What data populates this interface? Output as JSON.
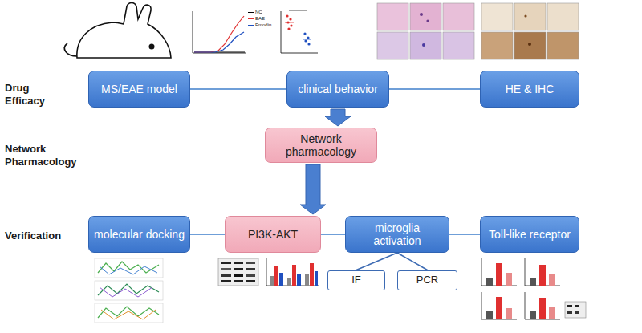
{
  "diagram": {
    "nodes": [
      {
        "text": [
          "MS/EAE model"
        ]
      },
      {
        "text": [
          "clinical behavior"
        ]
      },
      {
        "text": [
          "HE & IHC"
        ]
      },
      {
        "text": [
          "Network pharmacology"
        ]
      },
      {
        "text": [
          "molecular docking"
        ]
      },
      {
        "text": [
          "PI3K-AKT"
        ]
      },
      {
        "text": [
          "microglia activation"
        ]
      },
      {
        "text": [
          "Toll-like receptor"
        ]
      },
      {
        "text": [
          "IF"
        ]
      },
      {
        "text": [
          "PCR"
        ]
      }
    ],
    "edges": [
      {
        "from": 0,
        "to": 1,
        "arrow": "none"
      },
      {
        "from": 1,
        "to": 2,
        "arrow": "none"
      },
      {
        "from": 1,
        "to": 3,
        "arrow": "to"
      },
      {
        "from": 3,
        "to": 5,
        "arrow": "to"
      },
      {
        "from": 4,
        "to": 5,
        "arrow": "none"
      },
      {
        "from": 5,
        "to": 6,
        "arrow": "none"
      },
      {
        "from": 6,
        "to": 7,
        "arrow": "none"
      },
      {
        "from": 6,
        "to": 8,
        "arrow": "none"
      },
      {
        "from": 6,
        "to": 9,
        "arrow": "none"
      }
    ],
    "labels": [
      "Drug Efficacy",
      "Network Pharmacology",
      "Verification",
      "NC",
      "EAE",
      "Emodin"
    ]
  }
}
